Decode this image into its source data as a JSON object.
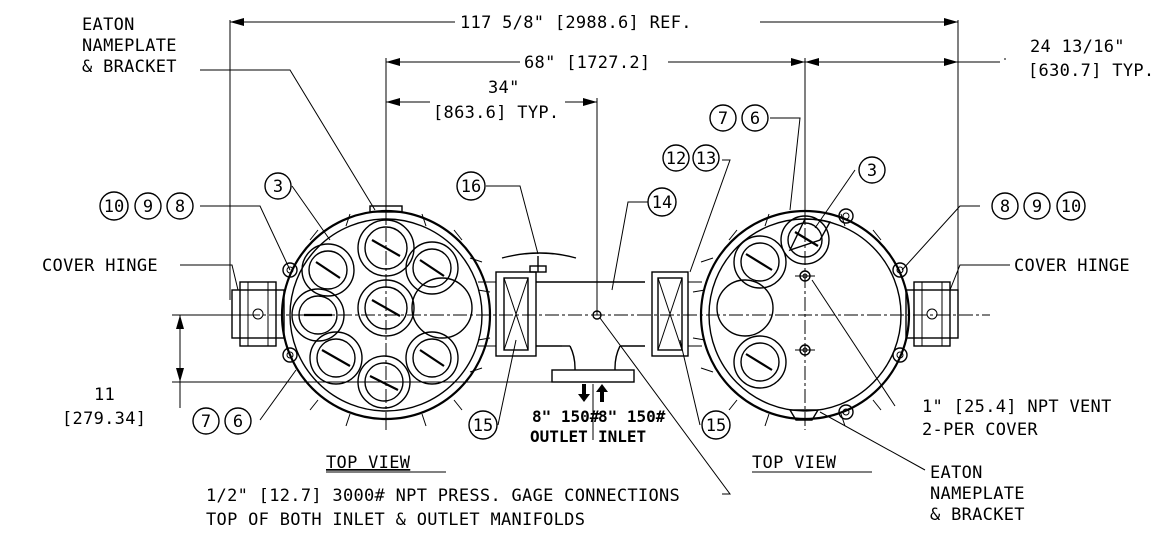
{
  "dimensions": {
    "overall": "117 5/8\" [2988.6] REF.",
    "center_to_center": "68\" [1727.2]",
    "half_center_line1": "34\"",
    "half_center_line2": "[863.6] TYP.",
    "flange_line1": "24 13/16\"",
    "flange_line2": "[630.7] TYP.",
    "height_line1": "11",
    "height_line2": "[279.34]"
  },
  "labels": {
    "nameplate_left": [
      "EATON",
      "NAMEPLATE",
      "& BRACKET"
    ],
    "nameplate_right": [
      "EATON",
      "NAMEPLATE",
      "& BRACKET"
    ],
    "cover_hinge_left": "COVER HINGE",
    "cover_hinge_right": "COVER HINGE",
    "npt_vent": [
      "1\" [25.4] NPT VENT",
      "2-PER COVER"
    ],
    "gage": [
      "1/2\" [12.7] 3000# NPT PRESS. GAGE CONNECTIONS",
      "TOP OF BOTH INLET & OUTLET MANIFOLDS"
    ],
    "view_left": "TOP VIEW",
    "view_right": "TOP VIEW",
    "outlet_size": "8\" 150#",
    "outlet": "OUTLET",
    "inlet_size": "8\" 150#",
    "inlet": "INLET"
  },
  "balloons": {
    "b7_top": "7",
    "b6_top": "6",
    "b12": "12",
    "b13": "13",
    "b3_left": "3",
    "b3_right": "3",
    "b16": "16",
    "b14": "14",
    "b10_left": "10",
    "b9_left": "9",
    "b8_left": "8",
    "b8_right": "8",
    "b9_right": "9",
    "b10_right": "10",
    "b7_bottom": "7",
    "b6_bottom": "6",
    "b15_left": "15",
    "b15_right": "15"
  }
}
